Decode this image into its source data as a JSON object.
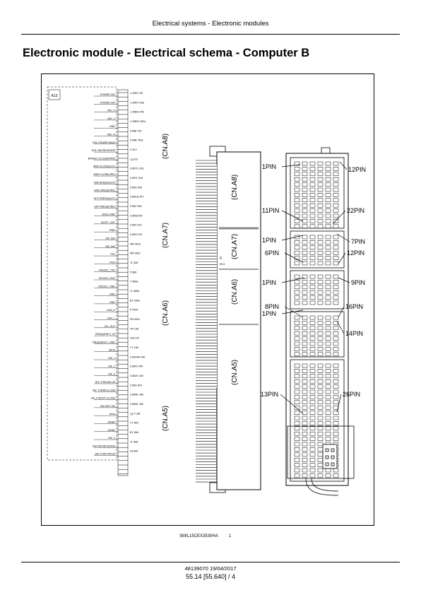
{
  "header": {
    "section": "Electrical systems - Electronic modules"
  },
  "title": "Electronic module - Electrical schema - Computer B",
  "figure": {
    "id_label": "A13",
    "code": "SMIL15CEX3530HA",
    "number": "1",
    "connectors": [
      "(CN.A8)",
      "(CN.A7)",
      "(CN.A6)",
      "(CN.A5)"
    ],
    "module_marks": [
      "0",
      "E13"
    ],
    "signals": [
      "POWER 24V",
      "POWER 24V",
      "IMU_0",
      "IMU_1",
      "GND",
      "IMU_A",
      "SOL POWER SAVE",
      "SOL FAN REVERSE",
      "BASKET CLOSE/PRNS",
      "ARM CLOSE(OUT)",
      "ARM CLOSE(TRK)",
      "FAN SPEED(OUT)",
      "FAN SPEED(TRK)",
      "OFF PRESS(OUT)",
      "OFF PRESS(TRK)",
      "DALE GND",
      "BOOT_CNT",
      "PWR",
      "SW_IM1",
      "SW_IM2",
      "TXD",
      "RXD",
      "RS232C_TXD",
      "RS232C_RXD",
      "RS232C_GND",
      "GND",
      "GND",
      "CAN_H",
      "CAN_L",
      "+5V_OUT",
      "FREQUENCY_IN",
      "FREQUENCY_GND",
      "(B16)",
      "SW_1",
      "SW_2",
      "SW_3",
      "SW_P BOOM UP",
      "SW_P ARM CLOSE",
      "SW_P BOOT CLOSE",
      "SW MOT ON",
      "AVss",
      "AGND",
      "AGND",
      "SW_4",
      "SW FAN REVERSE",
      "SW CTWT MOVE"
    ],
    "wires": [
      "1.25RV 15f",
      "1.25RV 15fa",
      "1.25B/G 402",
      "1.25B/G 402a",
      "0.85B 752",
      "0.85B 753a",
      "G 612",
      "Lg 613",
      "0.85/YL 616",
      "0.85YL 616",
      "0.85G 905",
      "0.85/LB 907",
      "0.85V 908",
      "0.85/B 909",
      "0.85V 910",
      "0.85/G 911",
      "WR 062a",
      "WR 062c",
      "YL 266",
      "P 866",
      "Y 866a",
      "YL 866a",
      "BY 266a",
      "P 0424",
      "PB 0616",
      "YR L68",
      "G/H L67",
      "YY L66",
      "0.85G/W 446",
      "0.85/G 445",
      "0.85LR 445",
      "0.85G 504",
      "0.85WL 450",
      "0.85ML 450",
      "Lg Y L88",
      "YY 664",
      "BY 666",
      "YL 668",
      "LB 666"
    ],
    "pin_labels": [
      "1PIN",
      "12PIN",
      "11PIN",
      "22PIN",
      "1PIN",
      "7PIN",
      "6PIN",
      "12PIN",
      "1PIN",
      "9PIN",
      "8PIN",
      "16PIN",
      "1PIN",
      "14PIN",
      "13PIN",
      "26PIN"
    ]
  },
  "footer": {
    "doc": "48139070 19/04/2017",
    "page": "55.14 [55.640] / 4"
  }
}
